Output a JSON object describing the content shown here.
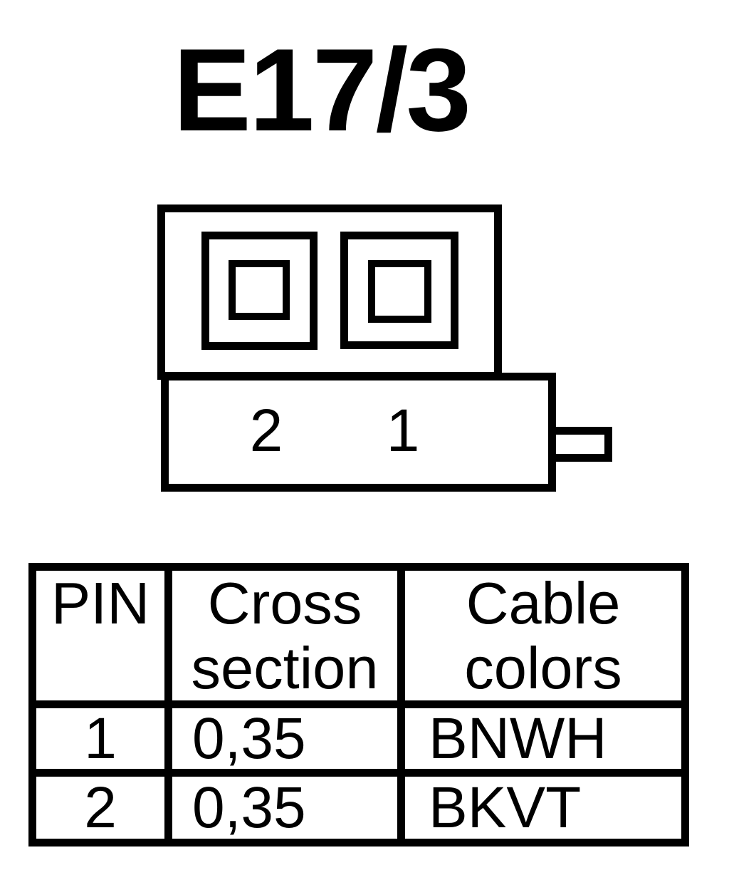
{
  "title": "E17/3",
  "colors": {
    "ink": "#000000",
    "paper": "#ffffff"
  },
  "connector": {
    "pin_labels": [
      "2",
      "1"
    ]
  },
  "table": {
    "headers": [
      "PIN",
      "Cross section",
      "Cable colors"
    ],
    "rows": [
      {
        "pin": "1",
        "cross_section": "0,35",
        "cable_colors": "BNWH"
      },
      {
        "pin": "2",
        "cross_section": "0,35",
        "cable_colors": "BKVT"
      }
    ]
  }
}
